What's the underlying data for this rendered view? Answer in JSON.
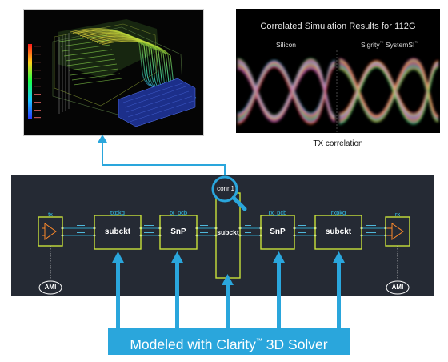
{
  "eye": {
    "title": "Correlated Simulation Results for 112G",
    "left_label": "Silicon",
    "right_label_prefix": "Sigrity",
    "right_label_tm": "™",
    "right_label_suffix": " SystemSI",
    "right_label_tm2": "™"
  },
  "caption": "TX correlation",
  "schematic": {
    "conn_label": "conn1",
    "blocks": [
      {
        "label": "tx",
        "text": ""
      },
      {
        "label": "txpkg",
        "text": "subckt"
      },
      {
        "label": "tx_pcb",
        "text": "SnP"
      },
      {
        "label": "",
        "text": "subckt"
      },
      {
        "label": "rx_pcb",
        "text": "SnP"
      },
      {
        "label": "rxpkg",
        "text": "subckt"
      },
      {
        "label": "rx",
        "text": ""
      }
    ],
    "ami_left": "AMI",
    "ami_right": "AMI"
  },
  "banner": {
    "prefix": "Modeled with Clarity",
    "tm": "™",
    "suffix": " 3D Solver"
  },
  "colors": {
    "accent_blue": "#2aa6dc",
    "schematic_bg": "#252a34",
    "cyan_lines": "#35c5ee",
    "block_border": "#c8e03a"
  }
}
